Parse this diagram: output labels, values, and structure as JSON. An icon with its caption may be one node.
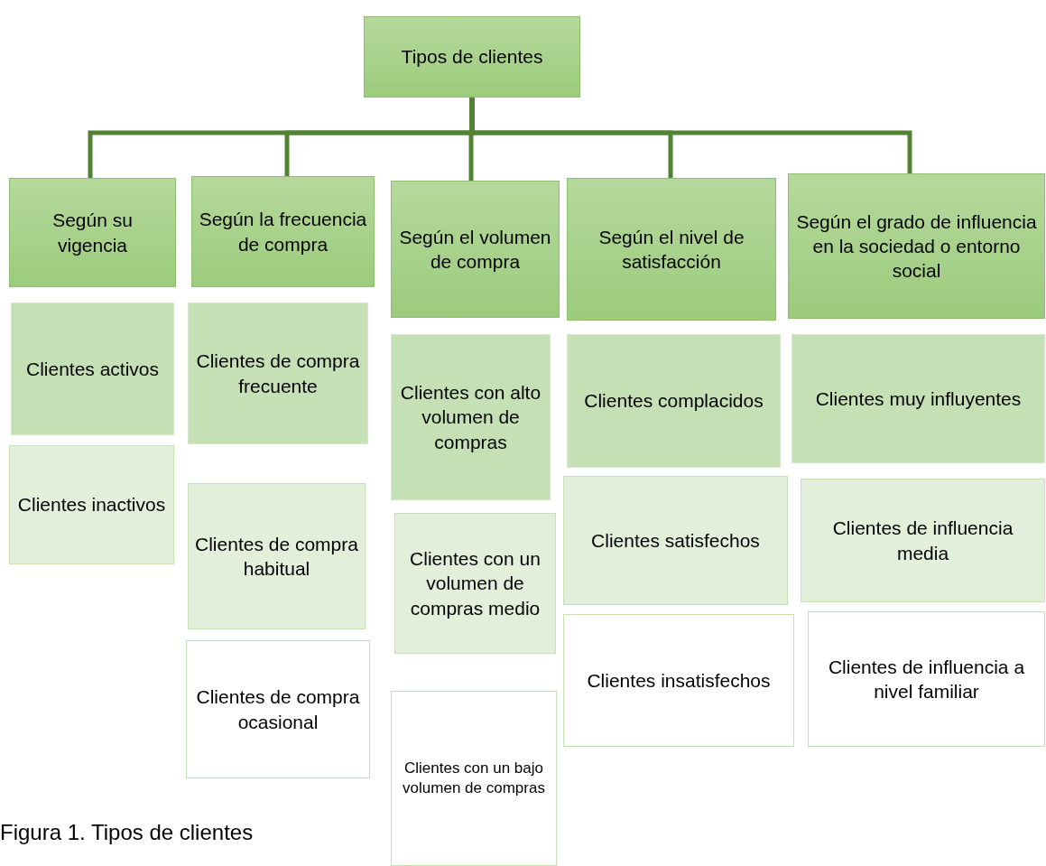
{
  "diagram": {
    "caption": "Figura 1. Tipos de clientes",
    "nodes": [
      {
        "text": [
          "Tipos de clientes"
        ]
      },
      {
        "text": [
          "Según su vigencia"
        ]
      },
      {
        "text": [
          "Según la frecuencia de compra"
        ]
      },
      {
        "text": [
          "Según el volumen de compra"
        ]
      },
      {
        "text": [
          "Según el nivel de satisfacción"
        ]
      },
      {
        "text": [
          "Según el grado de influencia en la sociedad o entorno social"
        ]
      },
      {
        "text": [
          "Clientes activos"
        ]
      },
      {
        "text": [
          "Clientes inactivos"
        ]
      },
      {
        "text": [
          "Clientes de compra frecuente"
        ]
      },
      {
        "text": [
          "Clientes de compra habitual"
        ]
      },
      {
        "text": [
          "Clientes de compra ocasional"
        ]
      },
      {
        "text": [
          "Clientes con alto volumen de compras"
        ]
      },
      {
        "text": [
          "Clientes con un volumen de compras medio"
        ]
      },
      {
        "text": [
          "Clientes con un bajo volumen de compras"
        ]
      },
      {
        "text": [
          "Clientes complacidos"
        ]
      },
      {
        "text": [
          "Clientes satisfechos"
        ]
      },
      {
        "text": [
          "Clientes insatisfechos"
        ]
      },
      {
        "text": [
          "Clientes muy influyentes"
        ]
      },
      {
        "text": [
          "Clientes de influencia media"
        ]
      },
      {
        "text": [
          "Clientes de influencia a nivel familiar"
        ]
      }
    ],
    "edges": [
      {
        "from": 0,
        "to": 1,
        "arrow": "none"
      },
      {
        "from": 0,
        "to": 2,
        "arrow": "none"
      },
      {
        "from": 0,
        "to": 3,
        "arrow": "none"
      },
      {
        "from": 0,
        "to": 4,
        "arrow": "none"
      },
      {
        "from": 0,
        "to": 5,
        "arrow": "none"
      }
    ]
  }
}
